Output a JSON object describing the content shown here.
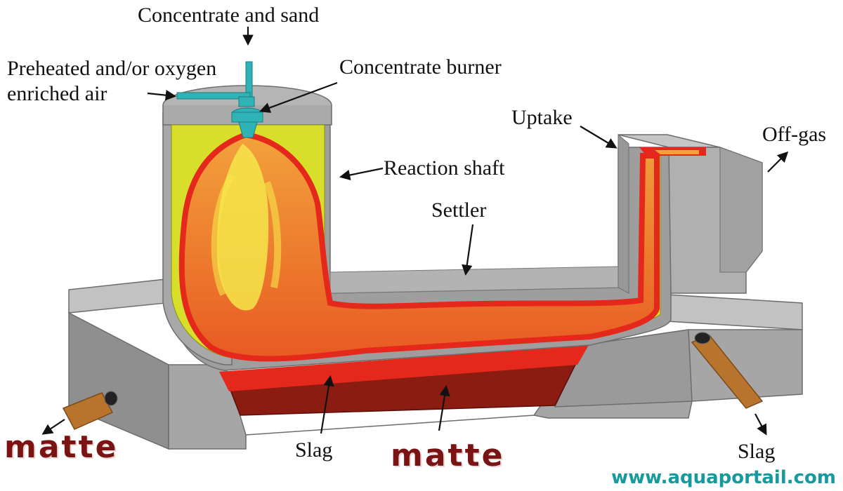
{
  "labels": {
    "concentrate_sand": "Concentrate and sand",
    "air_line1": "Preheated and/or oxygen",
    "air_line2": "enriched air",
    "burner": "Concentrate burner",
    "reaction_shaft": "Reaction shaft",
    "uptake": "Uptake",
    "off_gas": "Off-gas",
    "settler": "Settler",
    "slag_center": "Slag",
    "slag_right": "Slag",
    "matte_left": "matte",
    "matte_center": "matte"
  },
  "watermark": "www.aquaportail.com",
  "colors": {
    "furnace_gray": "#a9a9a9",
    "lining_yellow": "#d8df2a",
    "melt_red": "#e5281c",
    "matte_layer": "#8a1c12",
    "burner_teal": "#2fb3b7",
    "tap_copper": "#b8742c",
    "matte_text": "#7a1414",
    "watermark": "#159a9e"
  }
}
